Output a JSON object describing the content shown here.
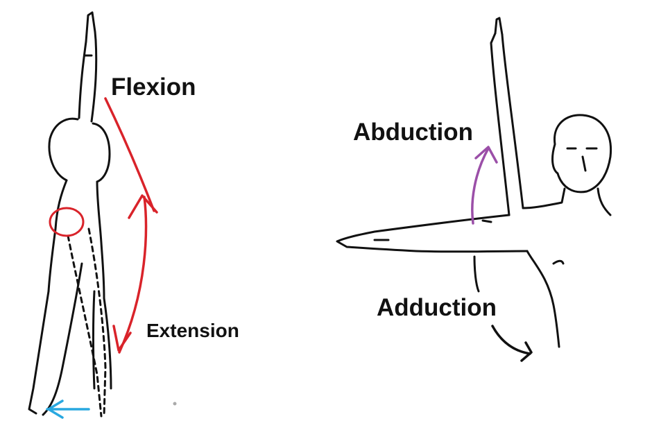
{
  "labels": {
    "flexion": "Flexion",
    "extension": "Extension",
    "abduction": "Abduction",
    "adduction": "Adduction"
  },
  "colors": {
    "outline": "#111111",
    "flexion_extension_arrow": "#d9232a",
    "hip_joint_marker": "#d9232a",
    "abduction_arrow": "#9b4fa8",
    "foot_arrow": "#29a8e0",
    "adduction_arrow": "#111111"
  },
  "icons": {
    "hip_marker": "circle",
    "arrowheads": "chevron"
  }
}
